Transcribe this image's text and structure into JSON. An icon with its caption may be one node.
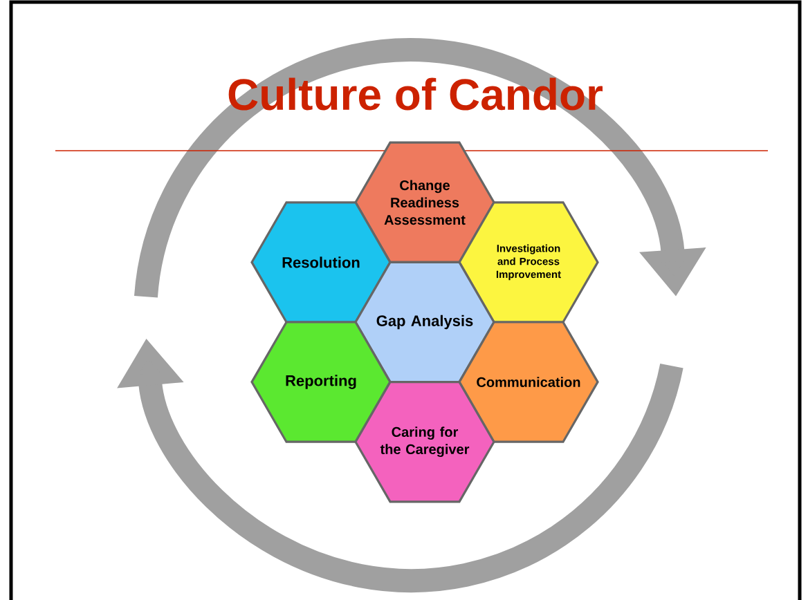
{
  "diagram": {
    "title": "Culture of Candor",
    "nodes": [
      {
        "text": [
          "Change Readiness Assessment"
        ]
      },
      {
        "text": [
          "Resolution"
        ]
      },
      {
        "text": [
          "Investigation and Process Improvement"
        ]
      },
      {
        "text": [
          "Gap Analysis"
        ]
      },
      {
        "text": [
          "Reporting"
        ]
      },
      {
        "text": [
          "Communication"
        ]
      },
      {
        "text": [
          "Caring for the Caregiver"
        ]
      }
    ]
  }
}
